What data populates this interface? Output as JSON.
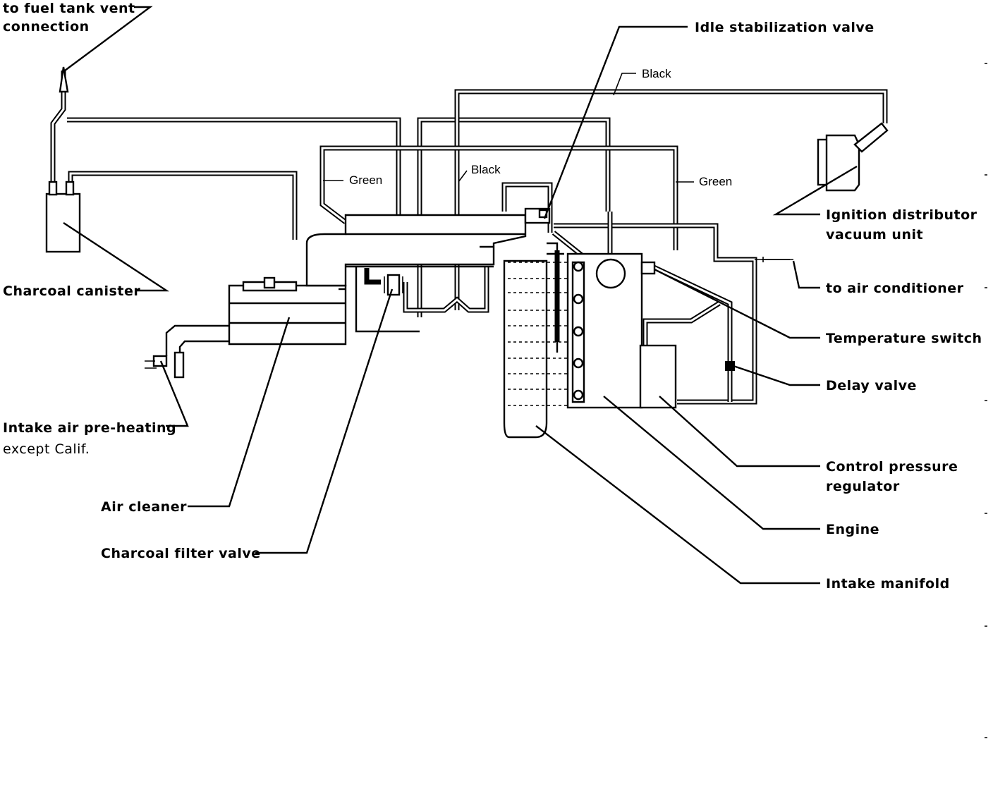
{
  "labels": {
    "fuel_tank_vent_1": "to fuel tank vent",
    "fuel_tank_vent_2": "connection",
    "charcoal_canister": "Charcoal canister",
    "intake_air_preheating_1": "Intake air pre-heating",
    "intake_air_preheating_2": "except Calif.",
    "air_cleaner": "Air cleaner",
    "charcoal_filter_valve": "Charcoal filter valve",
    "idle_stabilization_valve": "Idle stabilization valve",
    "ignition_distributor_1": "Ignition distributor",
    "ignition_distributor_2": "vacuum unit",
    "air_conditioner": "to air conditioner",
    "temperature_switch": "Temperature switch",
    "delay_valve": "Delay valve",
    "control_pressure_regulator_1": "Control pressure",
    "control_pressure_regulator_2": "regulator",
    "engine": "Engine",
    "intake_manifold": "Intake manifold"
  },
  "hose_colors": {
    "black_top": "Black",
    "black_mid": "Black",
    "green_left": "Green",
    "green_right": "Green"
  }
}
